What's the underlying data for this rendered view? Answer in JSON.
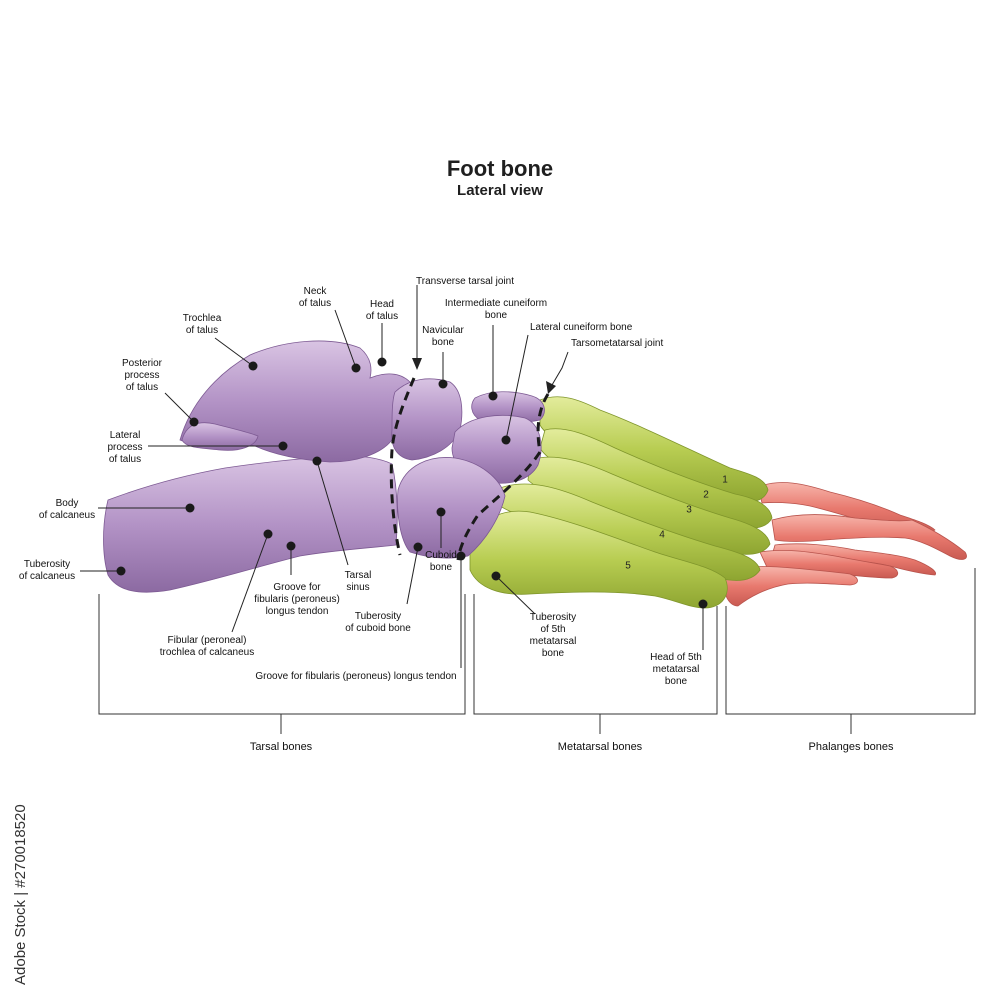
{
  "header": {
    "title": "Foot bone",
    "subtitle": "Lateral view"
  },
  "labels": {
    "trochlea_talus": "Trochlea\nof talus",
    "posterior_process": "Posterior\nprocess\nof talus",
    "lateral_process": "Lateral\nprocess\nof talus",
    "body_calcaneus": "Body\nof calcaneus",
    "tuberosity_calcaneus": "Tuberosity\nof calcaneus",
    "neck_talus": "Neck\nof talus",
    "head_talus": "Head\nof talus",
    "transverse_tarsal": "Transverse tarsal joint",
    "intermediate_cuneiform": "Intermediate cuneiform\nbone",
    "navicular": "Navicular\nbone",
    "lateral_cuneiform": "Lateral cuneiform bone",
    "tarsometatarsal": "Tarsometatarsal joint",
    "tarsal_sinus": "Tarsal\nsinus",
    "groove_fibularis": "Groove for\nfibularis (peroneus)\nlongus tendon",
    "fibular_trochlea": "Fibular (peroneal)\ntrochlea of calcaneus",
    "cuboid": "Cuboid\nbone",
    "tuberosity_cuboid": "Tuberosity\nof cuboid bone",
    "groove_fibularis_long": "Groove for fibularis (peroneus) longus tendon",
    "tuberosity_5th": "Tuberosity\nof 5th\nmetatarsal\nbone",
    "head_5th": "Head of 5th\nmetatarsal\nbone"
  },
  "metatarsal_numbers": [
    "1",
    "2",
    "3",
    "4",
    "5"
  ],
  "groups": {
    "tarsal": "Tarsal bones",
    "metatarsal": "Metatarsal bones",
    "phalanges": "Phalanges bones"
  },
  "credit": "Adobe Stock | #270018520",
  "colors": {
    "tarsal": "#b89ac8",
    "metatarsal": "#b9cf55",
    "phalanges": "#e98278",
    "line": "#222222"
  }
}
